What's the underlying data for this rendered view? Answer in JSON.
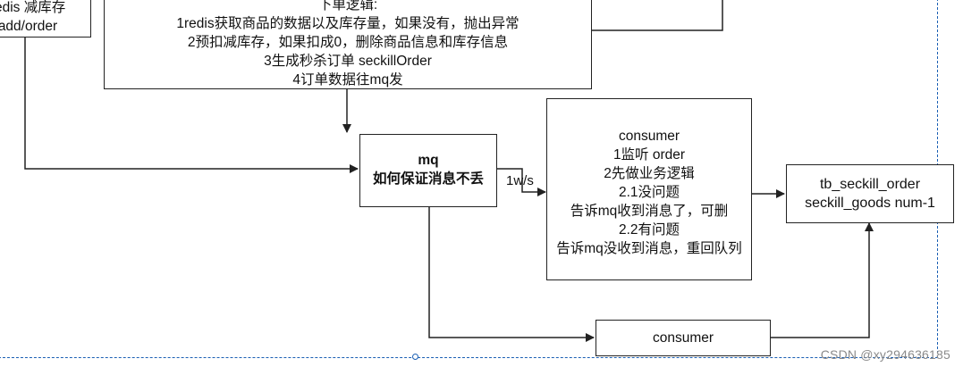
{
  "diagram": {
    "left_box_lines": [
      "redis 减库存",
      "add/order"
    ],
    "order_logic_lines": [
      "下单逻辑:",
      "1redis获取商品的数据以及库存量，如果没有，抛出异常",
      "2预扣减库存，如果扣成0，删除商品信息和库存信息",
      "3生成秒杀订单 seckillOrder",
      "4订单数据往mq发"
    ],
    "mq_box": {
      "title": "mq",
      "subtitle": "如何保证消息不丢"
    },
    "rate_label": "1w/s",
    "consumer_main_lines": [
      "consumer",
      "1监听 order",
      "2先做业务逻辑",
      "2.1没问题",
      "告诉mq收到消息了，可删",
      "2.2有问题",
      "告诉mq没收到消息，重回队列"
    ],
    "tb_box_lines": [
      "tb_seckill_order",
      "seckill_goods num-1"
    ],
    "consumer_small": "consumer"
  },
  "watermark": "CSDN @xy294636185",
  "colors": {
    "line": "#222222",
    "selection": "#1a5fb4",
    "watermark": "#8a8a8a"
  }
}
